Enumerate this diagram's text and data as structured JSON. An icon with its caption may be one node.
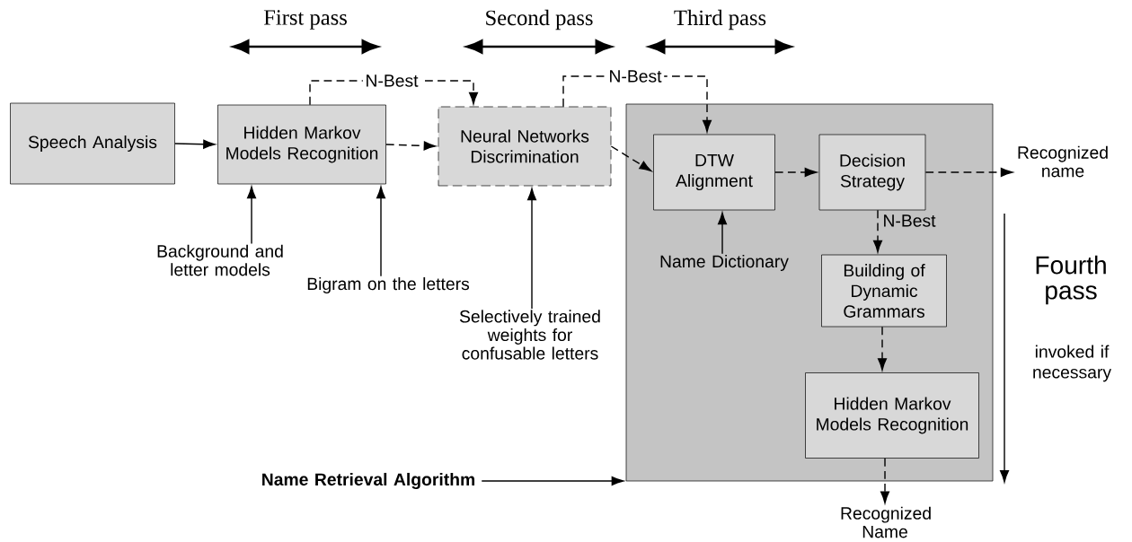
{
  "diagram": {
    "nodes": [
      {
        "text": [
          "Speech Analysis"
        ]
      },
      {
        "text": [
          "Hidden Markov Models Recognition"
        ]
      },
      {
        "text": [
          "Neural Networks Discrimination"
        ]
      },
      {
        "text": [],
        "shape": "box"
      },
      {
        "text": [
          "DTW Alignment"
        ],
        "in": 3
      },
      {
        "text": [
          "Decision Strategy"
        ],
        "in": 3
      },
      {
        "text": [
          "Recognized name"
        ]
      },
      {
        "text": [
          "Background and letter models"
        ]
      },
      {
        "text": [
          "Bigram on the letters"
        ]
      },
      {
        "text": [
          "Selectively trained weights for confusable letters"
        ]
      },
      {
        "text": [
          "Name Dictionary"
        ],
        "in": 3
      },
      {
        "text": [
          "Building of Dynamic Grammars"
        ],
        "in": 3
      },
      {
        "text": [
          "Hidden Markov Models Recognition"
        ],
        "in": 3
      },
      {
        "text": [
          "Name Retrieval Algorithm"
        ]
      },
      {
        "text": [
          "Recognized Name"
        ]
      }
    ],
    "edges": [
      {
        "from": 0,
        "to": 1,
        "arrow": "to"
      },
      {
        "from": 1,
        "to": 2,
        "arrow": "to",
        "style": "dashed"
      },
      {
        "from": 1,
        "to": 2,
        "arrow": "to",
        "style": "dashed",
        "label": "N-Best"
      },
      {
        "from": 2,
        "to": 4,
        "arrow": "to",
        "style": "dashed"
      },
      {
        "from": 2,
        "to": 4,
        "arrow": "to",
        "style": "dashed",
        "label": "N-Best"
      },
      {
        "from": 4,
        "to": 5,
        "arrow": "to",
        "style": "dashed"
      },
      {
        "from": 5,
        "to": 6,
        "arrow": "to",
        "style": "dashed"
      },
      {
        "from": 7,
        "to": 1,
        "arrow": "to"
      },
      {
        "from": 8,
        "to": 1,
        "arrow": "to"
      },
      {
        "from": 9,
        "to": 2,
        "arrow": "to"
      },
      {
        "from": 10,
        "to": 4,
        "arrow": "to"
      },
      {
        "from": 5,
        "to": 11,
        "arrow": "to",
        "style": "dashed",
        "label": "N-Best"
      },
      {
        "from": 11,
        "to": 12,
        "arrow": "to",
        "style": "dashed"
      },
      {
        "from": 12,
        "to": 14,
        "arrow": "to",
        "style": "dashed"
      },
      {
        "from": 13,
        "to": 3,
        "arrow": "to"
      }
    ],
    "labels": [
      "First pass",
      "Second pass",
      "Third pass",
      "Fourth pass",
      "invoked if necessary"
    ]
  }
}
